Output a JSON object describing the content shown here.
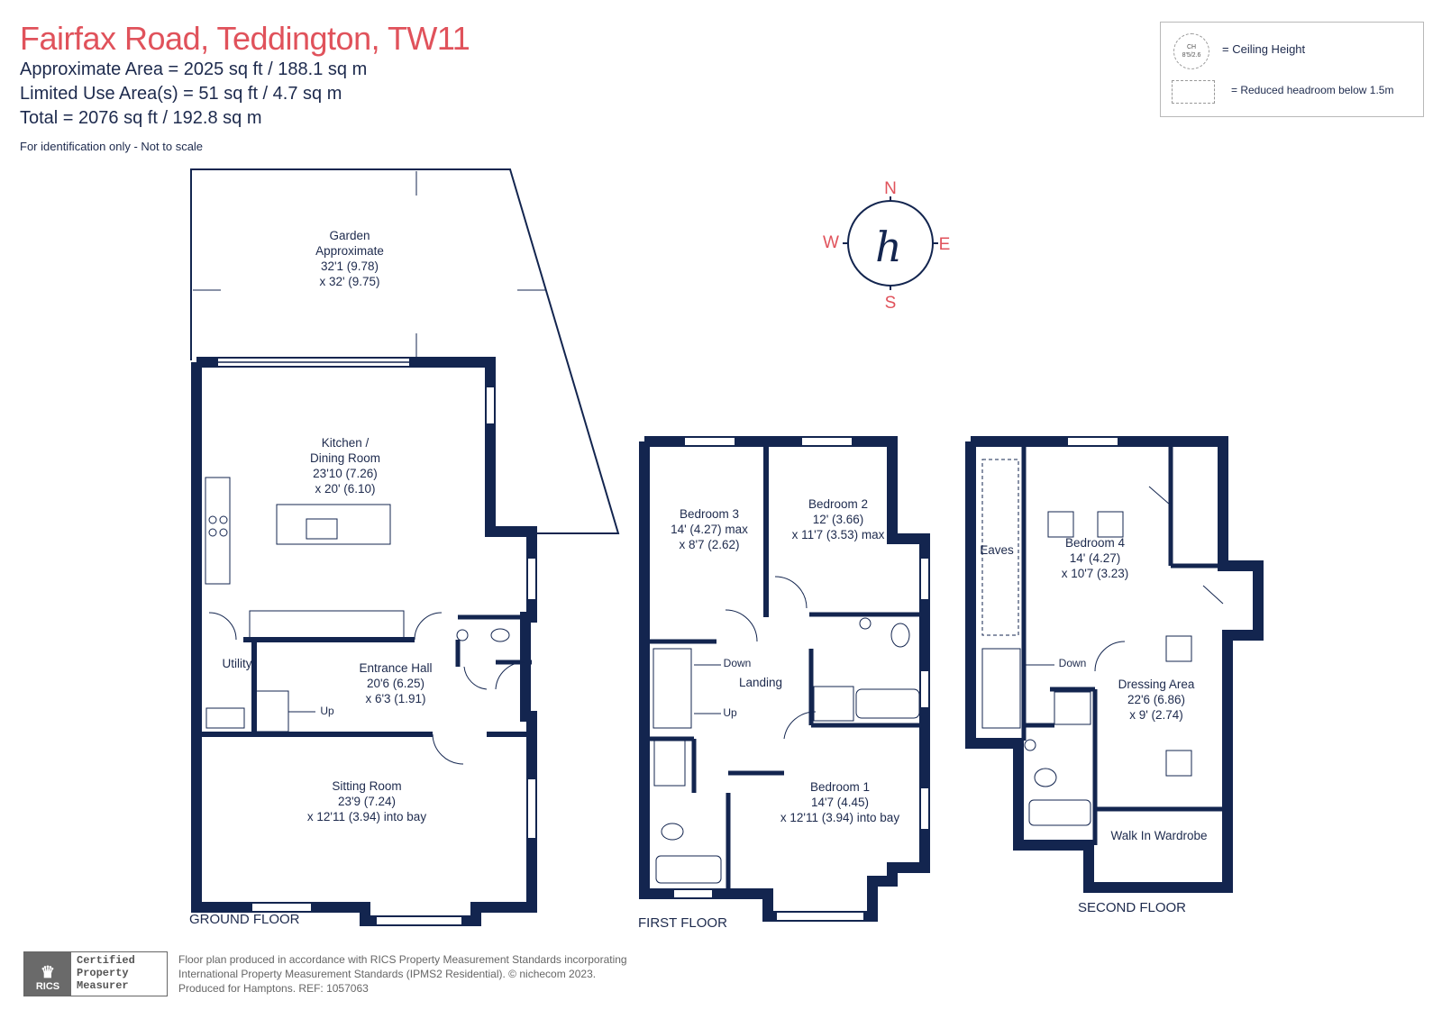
{
  "header": {
    "title": "Fairfax Road, Teddington, TW11",
    "approx_area": "Approximate Area = 2025  sq ft / 188.1  sq m",
    "limited_use": "Limited Use Area(s) = 51  sq ft / 4.7  sq m",
    "total": "Total = 2076 sq ft / 192.8 sq m",
    "note": "For identification only - Not to scale"
  },
  "legend": {
    "ceiling_symbol_line1": "CH",
    "ceiling_symbol_line2": "8'5/2.6",
    "ceiling_height": "= Ceiling Height",
    "reduced_headroom": "= Reduced headroom below 1.5m"
  },
  "compass": {
    "n": "N",
    "s": "S",
    "e": "E",
    "w": "W",
    "logo_letter": "h"
  },
  "rooms": {
    "garden": [
      "Garden",
      "Approximate",
      "32'1 (9.78)",
      "x 32' (9.75)"
    ],
    "kitchen": [
      "Kitchen /",
      "Dining Room",
      "23'10 (7.26)",
      "x 20' (6.10)"
    ],
    "utility": [
      "Utility"
    ],
    "entrance": [
      "Entrance Hall",
      "20'6 (6.25)",
      "x 6'3 (1.91)"
    ],
    "sitting": [
      "Sitting Room",
      "23'9 (7.24)",
      "x 12'11 (3.94) into bay"
    ],
    "bed3": [
      "Bedroom 3",
      "14' (4.27) max",
      "x 8'7 (2.62)"
    ],
    "bed2": [
      "Bedroom 2",
      "12' (3.66)",
      "x 11'7 (3.53) max"
    ],
    "landing": [
      "Landing"
    ],
    "bed1": [
      "Bedroom 1",
      "14'7 (4.45)",
      "x 12'11 (3.94) into bay"
    ],
    "eaves": [
      "Eaves"
    ],
    "bed4": [
      "Bedroom 4",
      "14' (4.27)",
      "x 10'7 (3.23)"
    ],
    "dressing": [
      "Dressing Area",
      "22'6 (6.86)",
      "x 9' (2.74)"
    ],
    "wardrobe": [
      "Walk In Wardrobe"
    ]
  },
  "stairs": {
    "up": "Up",
    "down": "Down"
  },
  "floors": {
    "ground": "GROUND FLOOR",
    "first": "FIRST FLOOR",
    "second": "SECOND FLOOR"
  },
  "footer": {
    "rics_mark": "RICS",
    "rics_line1": "Certified",
    "rics_line2": "Property",
    "rics_line3": "Measurer",
    "line1": "Floor plan produced in accordance with RICS Property Measurement Standards incorporating",
    "line2": "International Property Measurement Standards (IPMS2 Residential).  © nichecom 2023.",
    "line3": "Produced for Hamptons.   REF:  1057063"
  },
  "colors": {
    "wall": "#13254f",
    "accent": "#e0525b",
    "text": "#1d2a4d"
  }
}
